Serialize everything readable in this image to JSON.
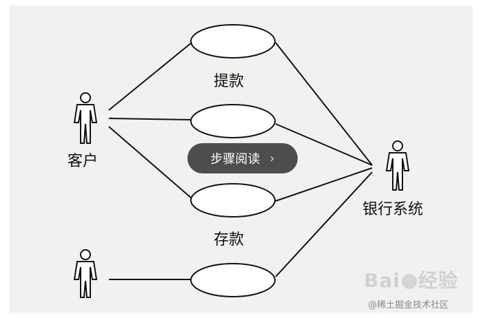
{
  "diagram": {
    "use_cases": [
      {
        "id": "withdraw",
        "label": "提款"
      },
      {
        "id": "middle",
        "label": ""
      },
      {
        "id": "deposit",
        "label": "存款"
      },
      {
        "id": "bottom",
        "label": ""
      }
    ],
    "actors": [
      {
        "id": "customer",
        "label": "客户"
      },
      {
        "id": "bank_system",
        "label": "银行系统"
      },
      {
        "id": "unnamed",
        "label": ""
      }
    ],
    "associations": [
      [
        "customer",
        "withdraw"
      ],
      [
        "customer",
        "middle"
      ],
      [
        "customer",
        "deposit"
      ],
      [
        "bank_system",
        "withdraw"
      ],
      [
        "bank_system",
        "middle"
      ],
      [
        "bank_system",
        "deposit"
      ],
      [
        "bank_system",
        "bottom"
      ],
      [
        "unnamed",
        "bottom"
      ]
    ]
  },
  "overlay": {
    "read_button_label": "步骤阅读",
    "chevron": "›"
  },
  "watermark": {
    "brand_a": "Bai",
    "brand_b": "经验"
  },
  "credit": "@稀土掘金技术社区"
}
